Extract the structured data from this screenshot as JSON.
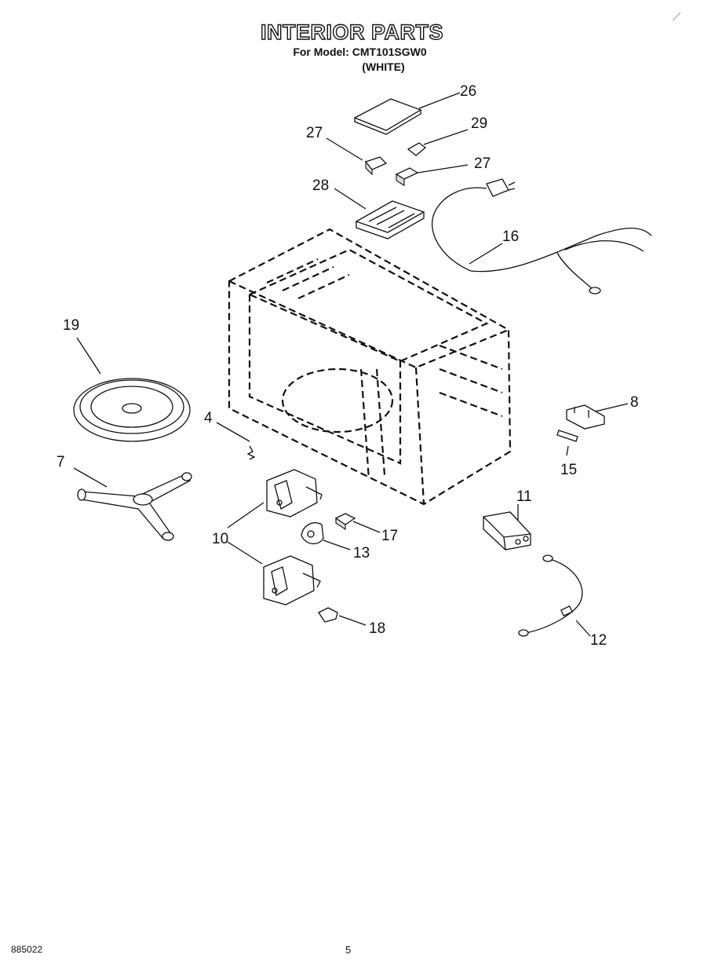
{
  "header": {
    "title": "INTERIOR PARTS",
    "model_line": "For Model: CMT101SGW0",
    "color_line": "(WHITE)"
  },
  "callouts": [
    {
      "id": "26",
      "label": "26"
    },
    {
      "id": "27a",
      "label": "27"
    },
    {
      "id": "29",
      "label": "29"
    },
    {
      "id": "27b",
      "label": "27"
    },
    {
      "id": "28",
      "label": "28"
    },
    {
      "id": "16",
      "label": "16"
    },
    {
      "id": "19",
      "label": "19"
    },
    {
      "id": "4",
      "label": "4"
    },
    {
      "id": "8",
      "label": "8"
    },
    {
      "id": "15",
      "label": "15"
    },
    {
      "id": "7",
      "label": "7"
    },
    {
      "id": "11",
      "label": "11"
    },
    {
      "id": "10",
      "label": "10"
    },
    {
      "id": "17",
      "label": "17"
    },
    {
      "id": "13",
      "label": "13"
    },
    {
      "id": "12",
      "label": "12"
    },
    {
      "id": "18",
      "label": "18"
    }
  ],
  "footer": {
    "doc_number": "885022",
    "page_number": "5"
  }
}
